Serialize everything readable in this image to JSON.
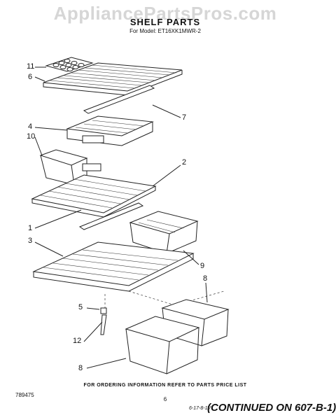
{
  "watermark": "AppliancePartsPros.com",
  "title": "SHELF PARTS",
  "subtitle": "For Model: ET16XK1MWR-2",
  "callouts": {
    "c11": "11",
    "c6": "6",
    "c7": "7",
    "c4": "4",
    "c10": "10",
    "c2": "2",
    "c1": "1",
    "c3": "3",
    "c9": "9",
    "c8a": "8",
    "c5": "5",
    "c12": "12",
    "c8b": "8"
  },
  "footer_note": "FOR ORDERING INFORMATION REFER TO PARTS PRICE LIST",
  "page_number": "6",
  "doc_number": "789475",
  "doc_stamp": "6-17-8-1V",
  "continued": "(CONTINUED ON 607-B-1)"
}
